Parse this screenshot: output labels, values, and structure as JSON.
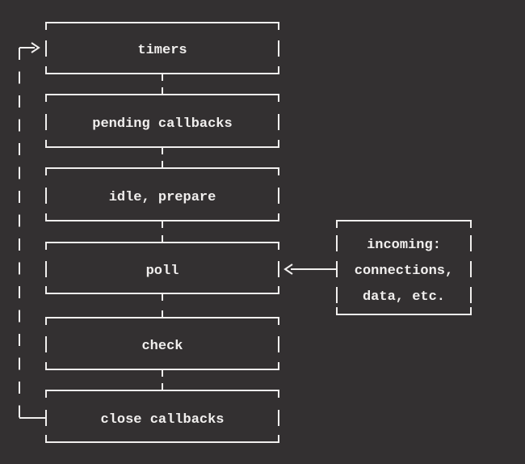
{
  "colors": {
    "background": "#333031",
    "line": "#f1efee"
  },
  "diagram": {
    "phases": [
      {
        "label": "timers"
      },
      {
        "label": "pending callbacks"
      },
      {
        "label": "idle, prepare"
      },
      {
        "label": "poll"
      },
      {
        "label": "check"
      },
      {
        "label": "close callbacks"
      }
    ],
    "incoming": {
      "line1": "incoming:",
      "line2": "connections,",
      "line3": "data, etc."
    }
  }
}
